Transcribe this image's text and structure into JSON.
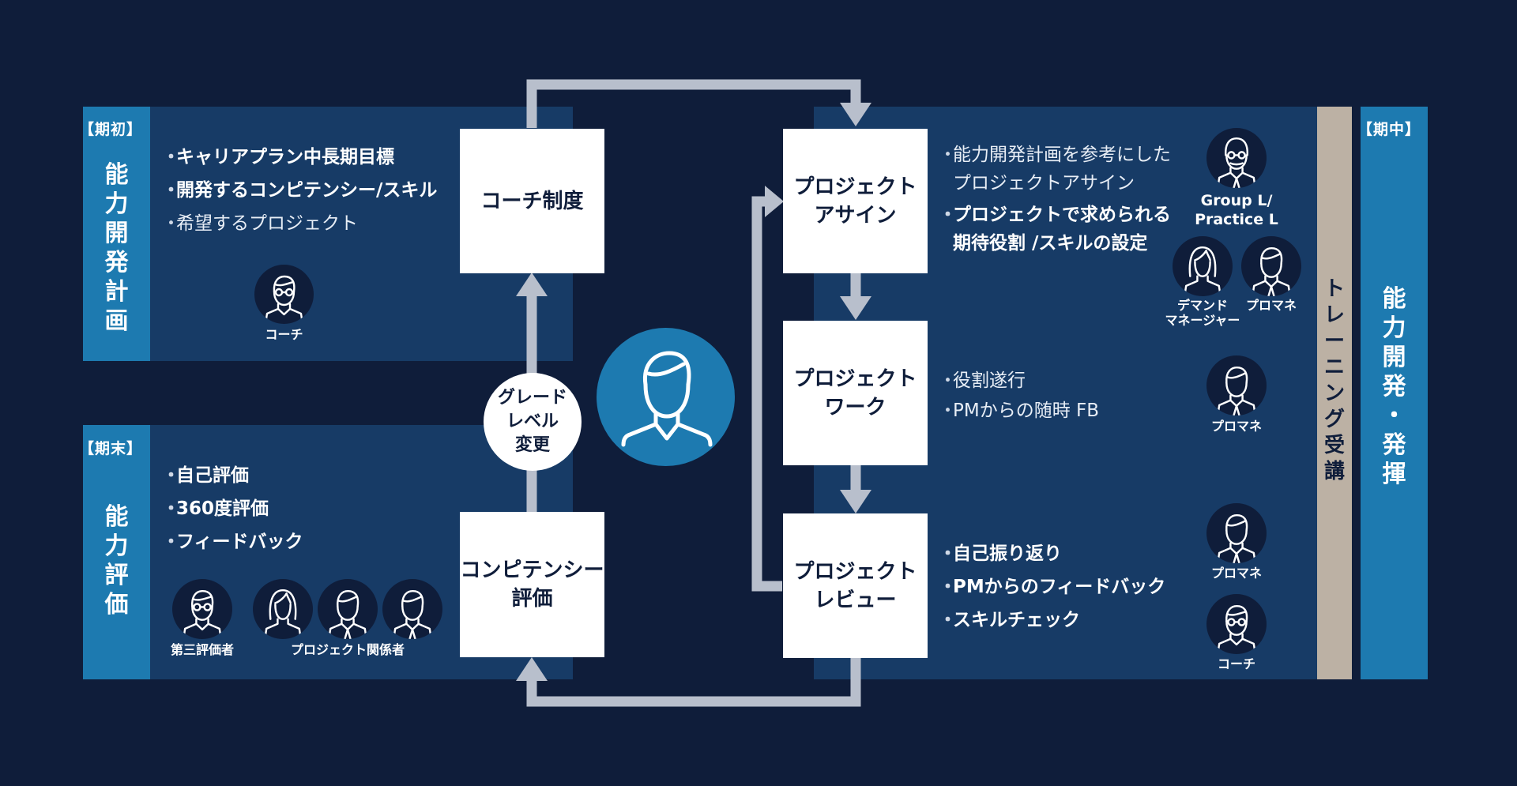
{
  "left_top": {
    "tag": "【期初】",
    "title_chars": [
      "能",
      "力",
      "開",
      "発",
      "計",
      "画"
    ],
    "bullets": [
      {
        "text": "キャリアプラン中長期目標",
        "bold": true
      },
      {
        "text": "開発するコンピテンシー/スキル",
        "bold": true
      },
      {
        "text": "希望するプロジェクト",
        "bold": false
      }
    ],
    "coach_label": "コーチ"
  },
  "left_bottom": {
    "tag": "【期末】",
    "title_chars": [
      "能",
      "力",
      "評",
      "価"
    ],
    "bullets": [
      {
        "text": "自己評価",
        "bold": true
      },
      {
        "text": "360度評価",
        "bold": true
      },
      {
        "text": "フィードバック",
        "bold": true
      }
    ],
    "third_party_label": "第三評価者",
    "project_people_label": "プロジェクト関係者"
  },
  "center": {
    "coach_box": "コーチ制度",
    "competency_box": [
      "コンピテンシー",
      "評価"
    ],
    "grade_circle": [
      "グレード",
      "レベル",
      "変更"
    ]
  },
  "right": {
    "assign_box": [
      "プロジェクト",
      "アサイン"
    ],
    "work_box": [
      "プロジェクト",
      "ワーク"
    ],
    "review_box": [
      "プロジェクト",
      "レビュー"
    ],
    "assign_bullets": [
      {
        "lines": [
          "能力開発計画を参考にした",
          "プロジェクトアサイン"
        ],
        "bold": false
      },
      {
        "lines": [
          "プロジェクトで求められる",
          "期待役割 /スキルの設定"
        ],
        "bold": true
      }
    ],
    "work_bullets": [
      {
        "lines": [
          "役割遂行"
        ],
        "bold": false
      },
      {
        "lines": [
          "PMからの随時 FB"
        ],
        "bold": false
      }
    ],
    "review_bullets": [
      {
        "lines": [
          "自己振り返り"
        ],
        "bold": true
      },
      {
        "lines": [
          "PMからのフィードバック"
        ],
        "bold": true
      },
      {
        "lines": [
          "スキルチェック"
        ],
        "bold": true
      }
    ],
    "group_label": [
      "Group L/",
      "Practice L"
    ],
    "demand_label": [
      "デマンド",
      "マネージャー"
    ],
    "pm_label": "プロマネ",
    "coach_label": "コーチ"
  },
  "training": {
    "chars": [
      "ト",
      "レ",
      "ー",
      "ニ",
      "ン",
      "グ",
      "受",
      "講"
    ]
  },
  "mid_sidebar": {
    "tag": "【期中】",
    "chars": [
      "能",
      "力",
      "開",
      "発",
      "・",
      "発",
      "揮"
    ]
  },
  "icons": {
    "person_main": "person-icon",
    "coach": "coach-avatar-icon",
    "manager": "manager-avatar-icon",
    "woman": "woman-avatar-icon",
    "man_tie": "man-tie-avatar-icon"
  },
  "colors": {
    "background": "#0f1d3a",
    "panel": "#173b66",
    "sidebar": "#1d7ab0",
    "training": "#bcb1a4",
    "arrow": "#b8bfcc",
    "circle": "#1d7ab0"
  }
}
